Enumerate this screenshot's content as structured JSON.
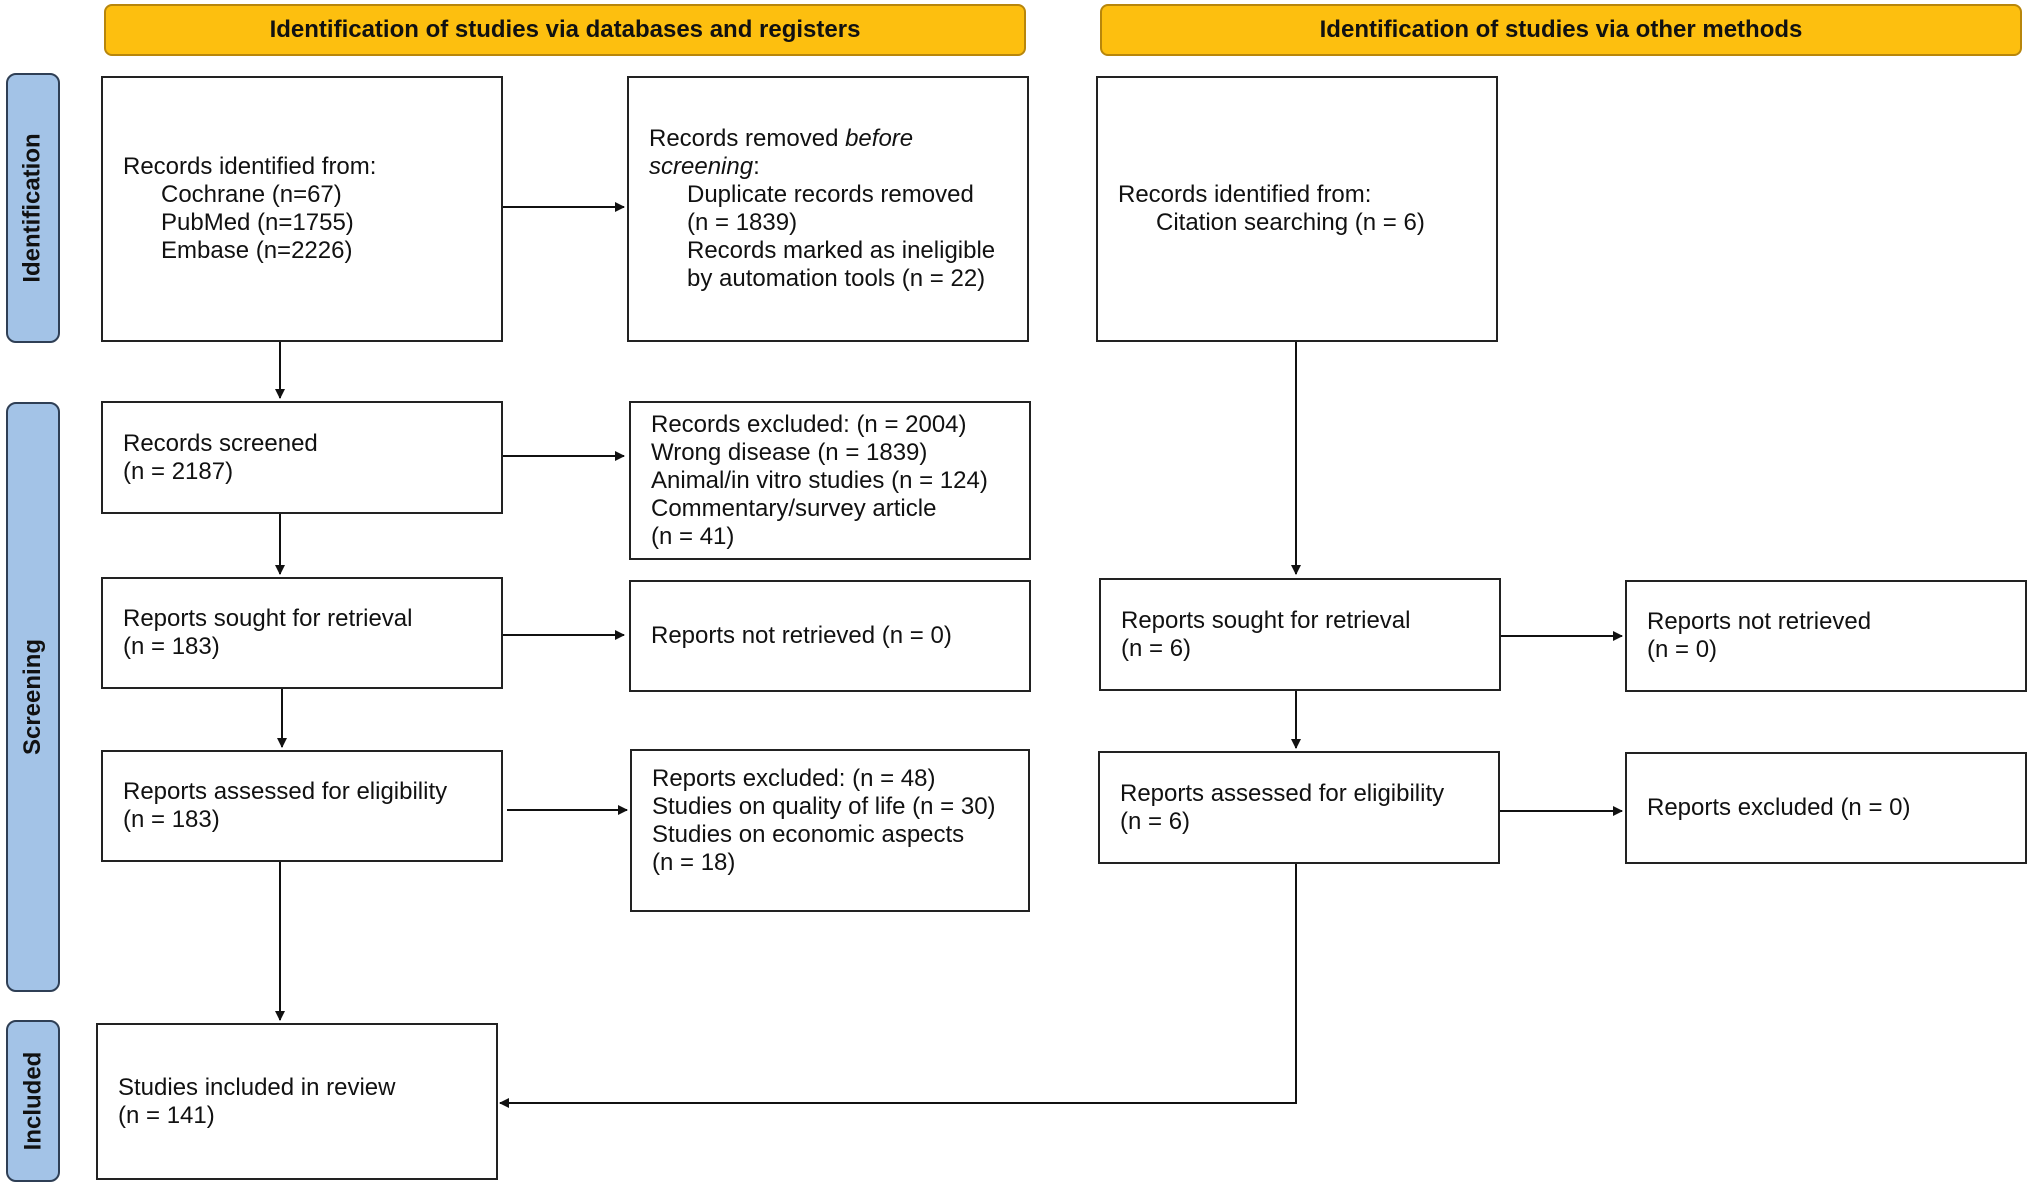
{
  "headers": {
    "databases": "Identification of studies via databases and registers",
    "other": "Identification of studies via other methods"
  },
  "phases": {
    "identification": "Identification",
    "screening": "Screening",
    "included": "Included"
  },
  "db": {
    "identified": {
      "title": "Records identified from:",
      "sources": [
        "Cochrane (n=67)",
        "PubMed (n=1755)",
        "Embase (n=2226)"
      ]
    },
    "removed": {
      "prefix": "Records removed ",
      "emph1": "before",
      "emph2": "screening",
      "suffix": ":",
      "line1": "Duplicate records removed",
      "line2": "(n = 1839)",
      "line3": "Records marked as ineligible",
      "line4": "by automation tools (n = 22)"
    },
    "screened": {
      "title": "Records screened",
      "count": "(n = 2187)"
    },
    "excluded": {
      "lines": [
        "Records excluded: (n = 2004)",
        "Wrong disease (n = 1839)",
        "Animal/in vitro studies (n = 124)",
        "Commentary/survey article",
        "(n = 41)"
      ]
    },
    "sought": {
      "title": "Reports sought for retrieval",
      "count": "(n = 183)"
    },
    "not_retrieved": {
      "title": "Reports not retrieved (n = 0)"
    },
    "assessed": {
      "title": "Reports assessed for eligibility",
      "count": "(n = 183)"
    },
    "reports_excluded": {
      "lines": [
        "Reports excluded: (n = 48)",
        "Studies on quality of life (n = 30)",
        "Studies on economic aspects",
        "(n = 18)"
      ]
    },
    "included": {
      "title": "Studies included in review",
      "count": "(n = 141)"
    }
  },
  "other": {
    "identified": {
      "title": "Records identified from:",
      "source": "Citation searching (n = 6)"
    },
    "sought": {
      "title": "Reports sought for retrieval",
      "count": "(n = 6)"
    },
    "not_retrieved": {
      "title": "Reports not retrieved",
      "count": "(n = 0)"
    },
    "assessed": {
      "title": "Reports assessed for eligibility",
      "count": "(n = 6)"
    },
    "excluded": {
      "title": "Reports excluded (n = 0)"
    }
  },
  "colors": {
    "header_fill": "#fdbf0f",
    "phase_fill": "#a3c3e7"
  }
}
